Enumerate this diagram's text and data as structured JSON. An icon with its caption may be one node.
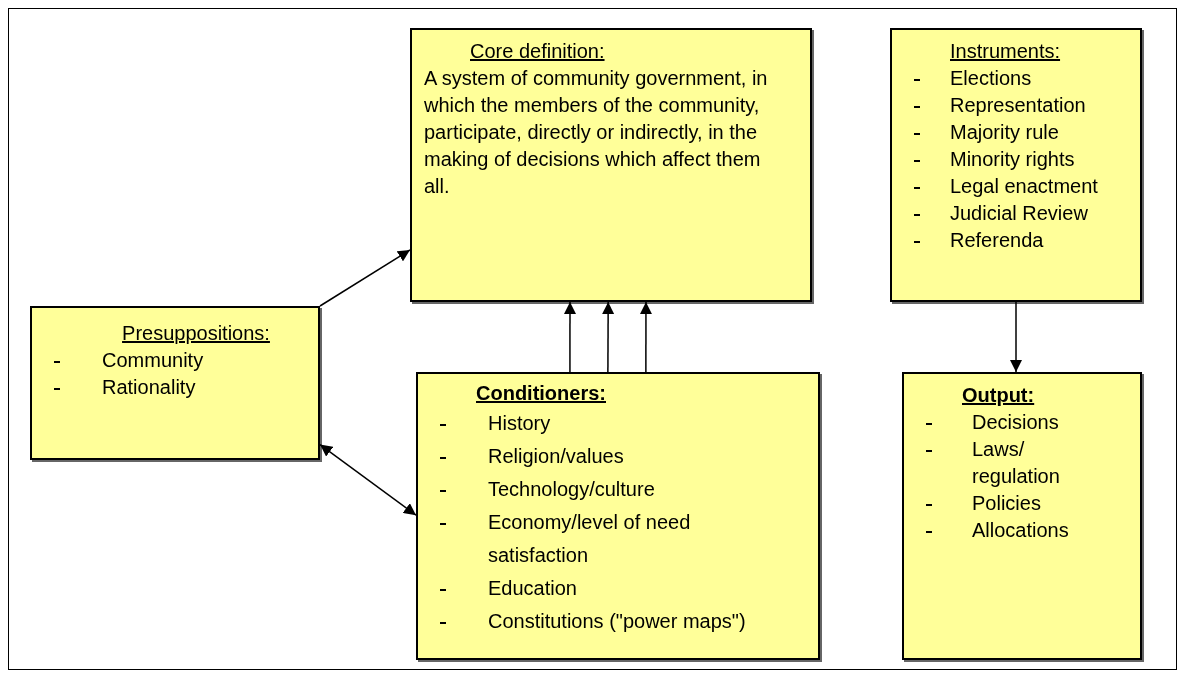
{
  "diagram": {
    "nodes": [
      {
        "text": [
          "Core definition:",
          "A system of community government, in which the members of the community, participate, directly or indirectly, in the making of decisions which affect them all."
        ]
      },
      {
        "text": [
          "Instruments:",
          "Elections",
          "Representation",
          "Majority rule",
          "Minority rights",
          "Legal enactment",
          "Judicial Review",
          "Referenda"
        ]
      },
      {
        "text": [
          "Presuppositions:",
          "Community",
          "Rationality"
        ]
      },
      {
        "text": [
          "Conditioners:",
          "History",
          "Religion/values",
          "Technology/culture",
          "Economy/level of need satisfaction",
          "Education",
          "Constitutions (\"power maps\")"
        ]
      },
      {
        "text": [
          "Output:",
          "Decisions",
          "Laws/ regulation",
          "Policies",
          "Allocations"
        ]
      }
    ],
    "edges": [
      {
        "from": 2,
        "to": 0,
        "arrow": "to"
      },
      {
        "from": 3,
        "to": 0,
        "arrow": "to"
      },
      {
        "from": 3,
        "to": 0,
        "arrow": "to"
      },
      {
        "from": 3,
        "to": 0,
        "arrow": "to"
      },
      {
        "from": 2,
        "to": 3,
        "arrow": "both"
      },
      {
        "from": 1,
        "to": 4,
        "arrow": "to"
      }
    ]
  }
}
